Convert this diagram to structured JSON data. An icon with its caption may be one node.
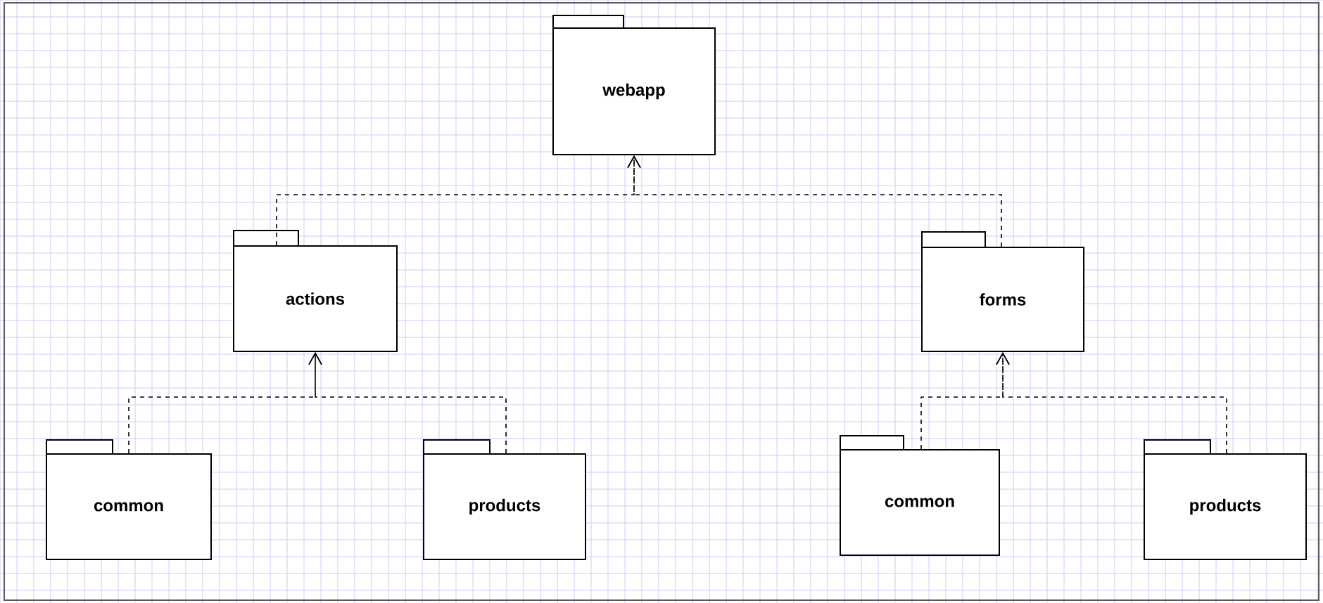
{
  "diagram": {
    "nodes": [
      {
        "text": [
          "webapp"
        ]
      },
      {
        "text": [
          "actions"
        ]
      },
      {
        "text": [
          "forms"
        ]
      },
      {
        "text": [
          "common"
        ]
      },
      {
        "text": [
          "products"
        ]
      },
      {
        "text": [
          "common"
        ]
      },
      {
        "text": [
          "products"
        ]
      }
    ],
    "edges": [
      {
        "from": 1,
        "to": 0,
        "arrow": "to",
        "style": "dashed"
      },
      {
        "from": 2,
        "to": 0,
        "arrow": "to",
        "style": "dashed"
      },
      {
        "from": 3,
        "to": 1,
        "arrow": "to",
        "style": "dashed"
      },
      {
        "from": 4,
        "to": 1,
        "arrow": "to",
        "style": "dashed"
      },
      {
        "from": 5,
        "to": 2,
        "arrow": "to",
        "style": "dashed"
      },
      {
        "from": 6,
        "to": 2,
        "arrow": "to",
        "style": "dashed"
      }
    ]
  }
}
